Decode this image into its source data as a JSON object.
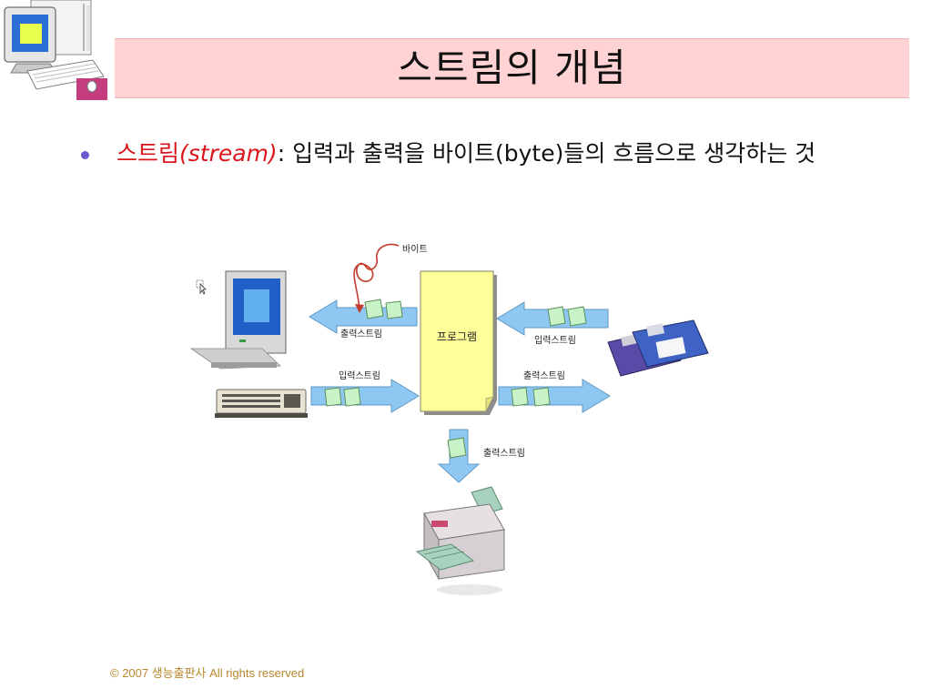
{
  "slide": {
    "title": "스트림의 개념",
    "bullet": {
      "term": "스트림",
      "term_en": "(stream)",
      "colon": ":",
      "text1": " 입력과 출력을 바이트",
      "byte_en": "(byte)",
      "text2": "들의 흐름으로 생각하는 것"
    },
    "footer": "© 2007 생능출판사  All rights reserved"
  },
  "diagram": {
    "byte_label": "바이트",
    "program_label": "프로그램",
    "left_top_label": "출력스트림",
    "left_bottom_label": "입력스트림",
    "right_top_label": "입력스트림",
    "right_bottom_label": "출력스트림",
    "bottom_label": "출력스트림"
  },
  "colors": {
    "title_band": "#ffd3d3",
    "arrow_fill": "#8ec8f2",
    "packet_fill": "#c8f3c8",
    "program_fill": "#ffff9a",
    "accent_red": "#d8161b",
    "footer": "#b8862b"
  }
}
